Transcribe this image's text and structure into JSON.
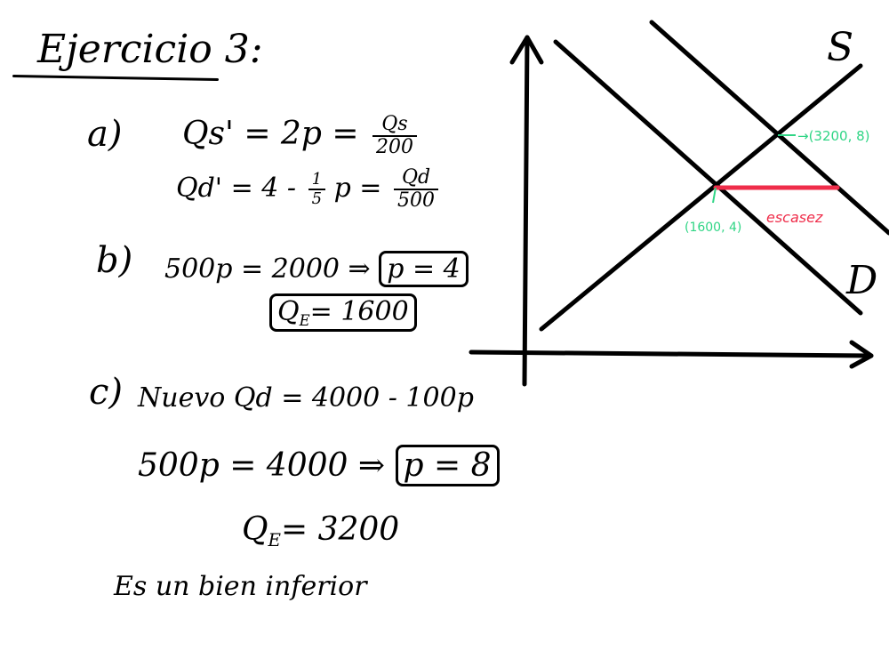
{
  "title": "Ejercicio 3:",
  "part_a": {
    "label": "a)",
    "qs_lhs": "Qs' = 2p =",
    "qs_frac_num": "Qs",
    "qs_frac_den": "200",
    "qd_lhs": "Qd' = 4 -",
    "qd_coef_num": "1",
    "qd_coef_den": "5",
    "qd_mid": "p =",
    "qd_frac_num": "Qd",
    "qd_frac_den": "500"
  },
  "part_b": {
    "label": "b)",
    "eq": "500p = 2000 ⇒",
    "p_result": "p = 4",
    "q_prefix": "Q",
    "q_sub": "E",
    "q_value": "= 1600"
  },
  "part_c": {
    "label": "c)",
    "line1": "Nuevo Qd = 4000 - 100p",
    "eq": "500p = 4000 ⇒",
    "p_result": "p = 8",
    "q_prefix": "Q",
    "q_sub": "E",
    "q_value": "= 3200",
    "conclusion": "Es un bien inferior"
  },
  "graph": {
    "supply_label": "S",
    "demand_label": "D",
    "point_original": "(1600, 4)",
    "point_new": "→(3200, 8)",
    "shortage_label": "escasez",
    "colors": {
      "lines": "#000000",
      "points": "#2fd585",
      "shortage": "#ef2d4a"
    }
  }
}
